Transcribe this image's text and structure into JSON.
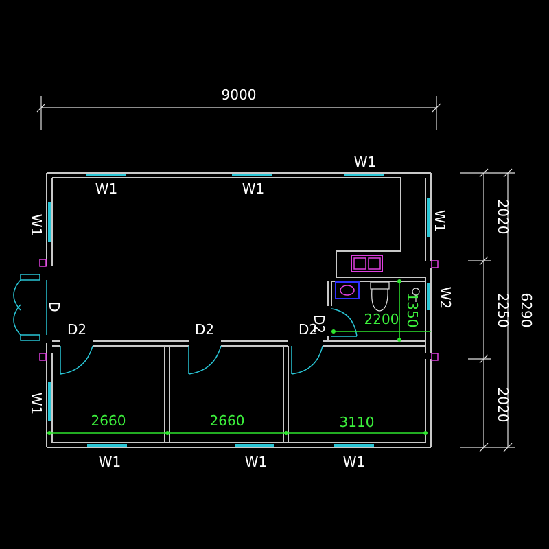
{
  "dimensions": {
    "overall_width": "9000",
    "overall_height": "6290",
    "right_segment_top": "2020",
    "right_segment_middle": "2250",
    "right_segment_bottom": "2020",
    "room_width_1": "2660",
    "room_width_2": "2660",
    "room_width_3": "3110",
    "bath_width": "2200",
    "bath_depth": "1350"
  },
  "labels": {
    "window": "W1",
    "window_2": "W2",
    "door_main": "D",
    "door_room": "D2"
  },
  "colors": {
    "background": "#000000",
    "wall": "#c8c8c8",
    "window": "#29c6d6",
    "dimension_green": "#2ee62e",
    "fixture_magenta": "#e040e0",
    "fixture_blue": "#3030ff"
  }
}
